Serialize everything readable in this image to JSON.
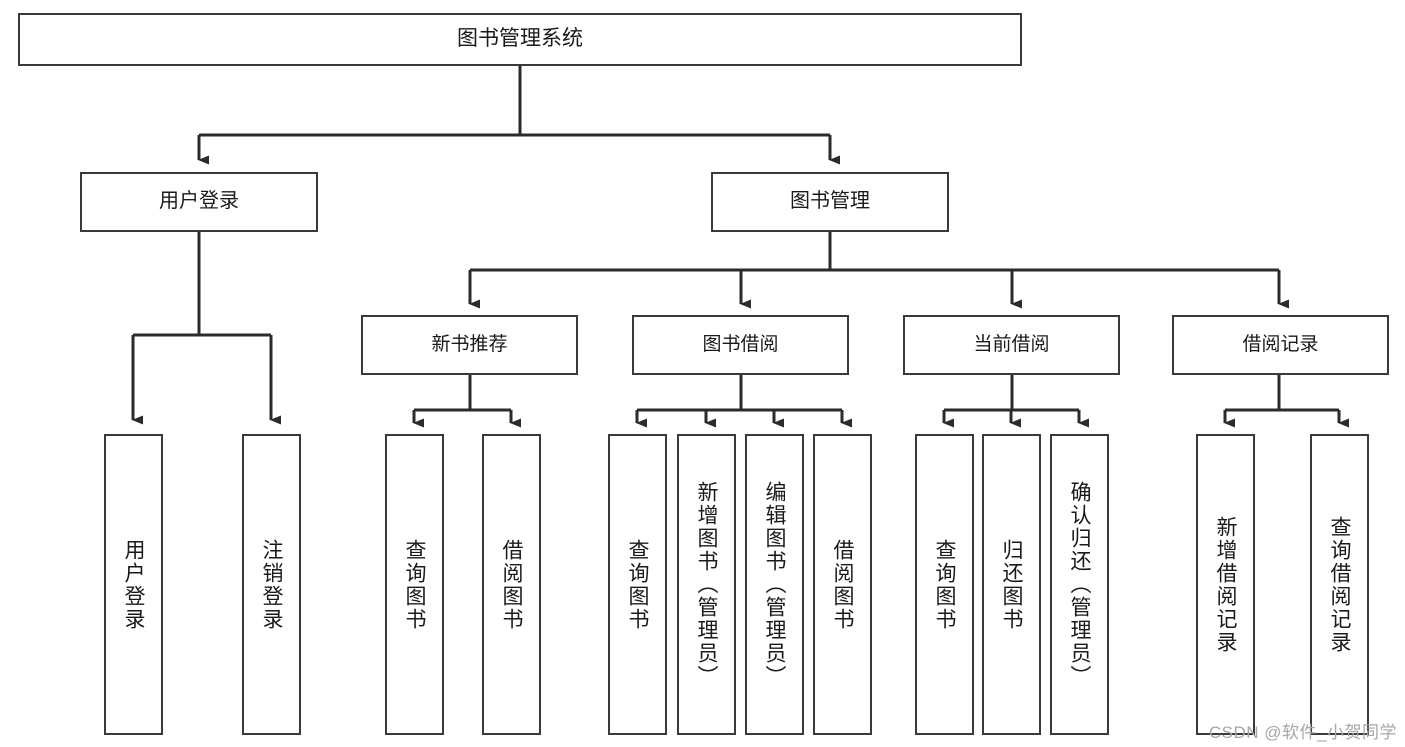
{
  "diagram": {
    "title": "图书管理系统",
    "type": "tree-hierarchy",
    "watermark": "CSDN @软件_小贺同学",
    "colors": {
      "border": "#3a3a3a",
      "background": "#ffffff",
      "text": "#1a1a1a",
      "edge": "#2b2b2b",
      "watermark": "#a6a6a6"
    },
    "root": {
      "label": "图书管理系统"
    },
    "level1": [
      {
        "label": "用户登录"
      },
      {
        "label": "图书管理"
      }
    ],
    "level2": [
      {
        "label": "新书推荐"
      },
      {
        "label": "图书借阅"
      },
      {
        "label": "当前借阅"
      },
      {
        "label": "借阅记录"
      }
    ],
    "leaves": {
      "user_login": [
        {
          "label": "用户登录"
        },
        {
          "label": "注销登录"
        }
      ],
      "new_book_recommend": [
        {
          "label": "查询图书"
        },
        {
          "label": "借阅图书"
        }
      ],
      "book_borrow": [
        {
          "label": "查询图书"
        },
        {
          "label": "新增图书（管理员）"
        },
        {
          "label": "编辑图书（管理员）"
        },
        {
          "label": "借阅图书"
        }
      ],
      "current_borrow": [
        {
          "label": "查询图书"
        },
        {
          "label": "归还图书"
        },
        {
          "label": "确认归还（管理员）"
        }
      ],
      "borrow_record": [
        {
          "label": "新增借阅记录"
        },
        {
          "label": "查询借阅记录"
        }
      ]
    }
  }
}
